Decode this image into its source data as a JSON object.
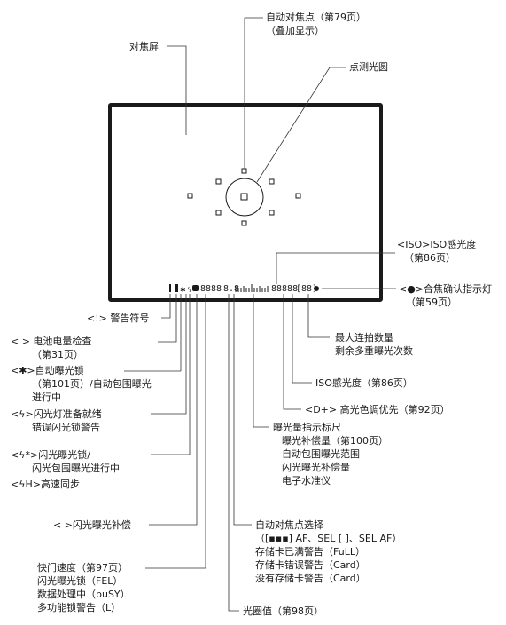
{
  "labels": {
    "af_point_1": "自动对焦点（第79页）",
    "af_point_2": "（叠加显示）",
    "focus_screen": "对焦屏",
    "spot_circle": "点测光圆",
    "iso_symbol": "<ISO>ISO感光度",
    "iso_page": "（第86页）",
    "confirm_1": "<●>合焦确认指示灯",
    "confirm_2": "（第59页）",
    "warning": "<!>  警告符号",
    "battery_1": "<  > 电池电量检查",
    "battery_2": "（第31页）",
    "ae_lock_1": "<✱>自动曝光锁",
    "ae_lock_2": "（第101页）/自动包围曝光",
    "ae_lock_3": "进行中",
    "flash_ready_1": "<ϟ>闪光灯准备就绪",
    "flash_ready_2": "错误闪光锁警告",
    "fel_1": "<ϟ*>闪光曝光锁/",
    "fel_2": "闪光包围曝光进行中",
    "hss": "<ϟH>高速同步",
    "flash_comp": "<  >闪光曝光补偿",
    "max_burst_1": "最大连拍数量",
    "max_burst_2": "剩余多重曝光次数",
    "iso_speed": "ISO感光度（第86页）",
    "hl_tone": "<D+>  高光色调优先（第92页）",
    "meter_1": "曝光量指示标尺",
    "meter_2": "曝光补偿量（第100页）",
    "meter_3": "自动包围曝光范围",
    "meter_4": "闪光曝光补偿量",
    "meter_5": "电子水准仪",
    "af_sel_1": "自动对焦点选择",
    "af_sel_2": "（[▪▪▪] AF、SEL [ ]、SEL AF）",
    "af_sel_3": "存储卡已满警告（FuLL）",
    "af_sel_4": "存储卡错误警告（Card）",
    "af_sel_5": "没有存储卡警告（Card）",
    "shutter_1": "快门速度（第97页）",
    "shutter_2": "闪光曝光锁（FEL）",
    "shutter_3": "数据处理中（buSY）",
    "shutter_4": "多功能锁警告（L）",
    "aperture": "光圈值（第98页）"
  },
  "display": {
    "shutter_digits": "8888",
    "aperture_digits": "8.8",
    "iso_digits": "88888",
    "burst_digits": "[88]"
  },
  "colors": {
    "frame": "#1a1a1a",
    "line": "#333333"
  }
}
